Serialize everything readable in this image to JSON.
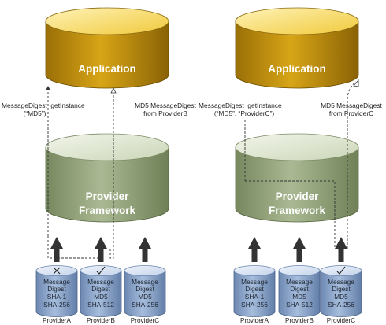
{
  "left": {
    "application": "Application",
    "framework_line1": "Provider",
    "framework_line2": "Framework",
    "request_line1": "MessageDigest_getInstance",
    "request_line2": "(“MD5”)",
    "response_line1": "MD5 MessageDigest",
    "response_line2": "from ProviderB",
    "providers": [
      {
        "name": "ProviderA",
        "lines": [
          "Message",
          "Digest",
          "SHA-1",
          "SHA-256"
        ]
      },
      {
        "name": "ProviderB",
        "lines": [
          "Message",
          "Digest",
          "MD5",
          "SHA-512"
        ]
      },
      {
        "name": "ProviderC",
        "lines": [
          "Message",
          "Digest",
          "MD5",
          "SHA-256"
        ]
      }
    ]
  },
  "right": {
    "application": "Application",
    "framework_line1": "Provider",
    "framework_line2": "Framework",
    "request_line1": "MessageDigest_getInstance",
    "request_line2": "(“MD5”, “ProviderC”)",
    "response_line1": "MD5 MessageDigest",
    "response_line2": "from ProviderC",
    "providers": [
      {
        "name": "ProviderA",
        "lines": [
          "Message",
          "Digest",
          "SHA-1",
          "SHA-256"
        ]
      },
      {
        "name": "ProviderB",
        "lines": [
          "Message",
          "Digest",
          "MD5",
          "SHA-512"
        ]
      },
      {
        "name": "ProviderC",
        "lines": [
          "Message",
          "Digest",
          "MD5",
          "SHA-256"
        ]
      }
    ]
  },
  "colors": {
    "app_body": "#c9960f",
    "app_top": "#f3cf52",
    "framework_body": "#9fae86",
    "framework_top": "#d9e2c8",
    "provider_body": "#90a9cc",
    "provider_top": "#d6e2f2",
    "arrow": "#333333"
  }
}
